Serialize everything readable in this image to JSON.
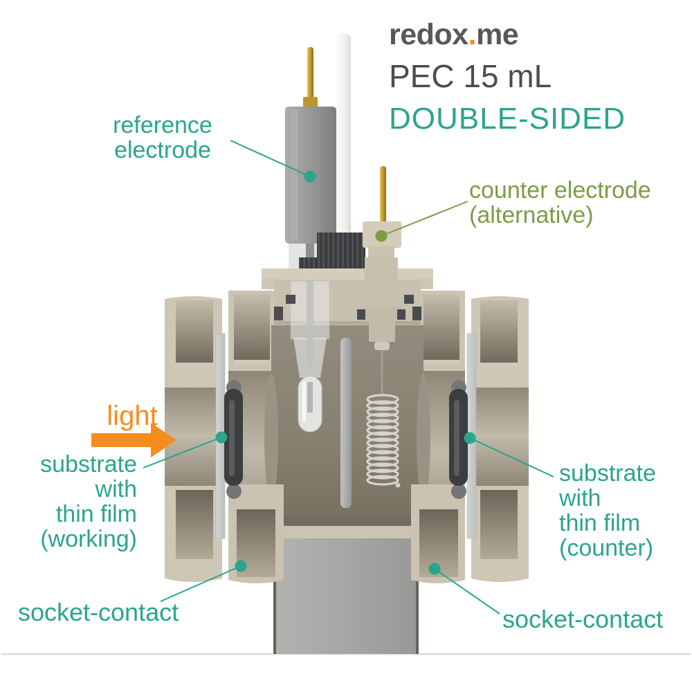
{
  "header": {
    "logo_part1": "redox",
    "logo_dot": ".",
    "logo_part2": "me",
    "product": "PEC 15 mL",
    "variant": "DOUBLE-SIDED"
  },
  "labels": {
    "reference_electrode": {
      "line1": "reference",
      "line2": "electrode"
    },
    "counter_electrode": {
      "line1": "counter electrode",
      "line2": "(alternative)"
    },
    "light": "light",
    "substrate_working": {
      "line1": "substrate",
      "line2": "with",
      "line3": "thin film",
      "line4": "(working)"
    },
    "substrate_counter": {
      "line1": "substrate",
      "line2": "with",
      "line3": "thin film",
      "line4": "(counter)"
    },
    "socket_contact_left": "socket-contact",
    "socket_contact_right": "socket-contact"
  },
  "colors": {
    "teal": "#2AA58B",
    "olive": "#7C9C44",
    "orange": "#F68C1E",
    "logo-gray": "#57585A",
    "title-gray": "#4B4C4E"
  }
}
